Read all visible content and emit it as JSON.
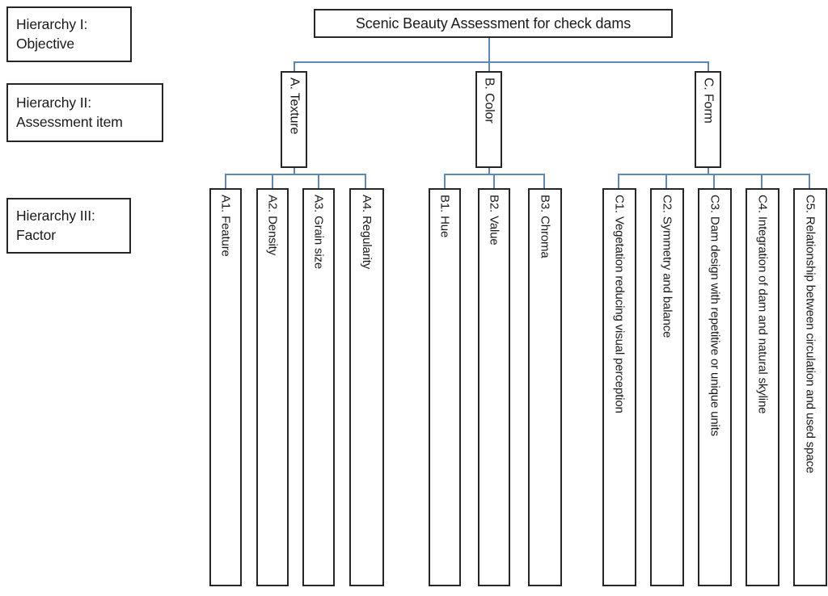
{
  "diagram": {
    "title": "Scenic Beauty Assessment for check dams",
    "connector_color": "#5d88b3",
    "box_border_color": "#262626",
    "legend": [
      {
        "id": "hierarchy-1",
        "label": "Hierarchy I:\nObjective"
      },
      {
        "id": "hierarchy-2",
        "label": "Hierarchy II:\nAssessment item"
      },
      {
        "id": "hierarchy-3",
        "label": "Hierarchy III:\nFactor"
      }
    ],
    "level2": [
      {
        "id": "a",
        "label": "A. Texture"
      },
      {
        "id": "b",
        "label": "B. Color"
      },
      {
        "id": "c",
        "label": "C. Form"
      }
    ],
    "level3": {
      "a": [
        {
          "id": "a1",
          "label": "A1. Feature"
        },
        {
          "id": "a2",
          "label": "A2. Density"
        },
        {
          "id": "a3",
          "label": "A3. Grain size"
        },
        {
          "id": "a4",
          "label": "A4. Regularity"
        }
      ],
      "b": [
        {
          "id": "b1",
          "label": "B1. Hue"
        },
        {
          "id": "b2",
          "label": "B2. Value"
        },
        {
          "id": "b3",
          "label": "B3. Chroma"
        }
      ],
      "c": [
        {
          "id": "c1",
          "label": "C1. Vegetation reducing visual perception"
        },
        {
          "id": "c2",
          "label": "C2. Symmetry and balance"
        },
        {
          "id": "c3",
          "label": "C3. Dam design with repetitive or unique units"
        },
        {
          "id": "c4",
          "label": "C4. Integration of dam and natural skyline"
        },
        {
          "id": "c5",
          "label": "C5. Relationship between circulation and used space"
        }
      ]
    }
  }
}
